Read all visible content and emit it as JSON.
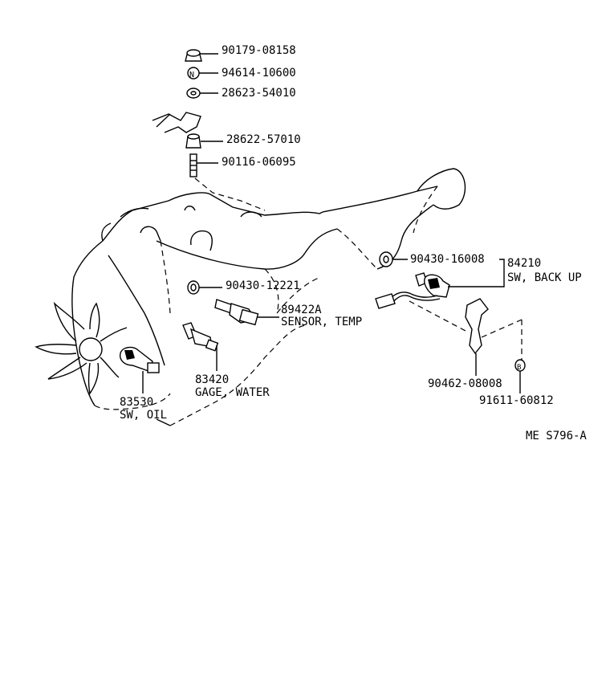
{
  "parts": [
    {
      "id": "p1",
      "number": "90179-08158"
    },
    {
      "id": "p2",
      "number": "94614-10600"
    },
    {
      "id": "p3",
      "number": "28623-54010"
    },
    {
      "id": "p4",
      "number": "28622-57010"
    },
    {
      "id": "p5",
      "number": "90116-06095"
    },
    {
      "id": "p6",
      "number": "90430-16008"
    },
    {
      "id": "p7",
      "number": "84210",
      "name": "SW, BACK UP"
    },
    {
      "id": "p8",
      "number": "90430-12221"
    },
    {
      "id": "p9",
      "number": "89422A",
      "name": "SENSOR, TEMP"
    },
    {
      "id": "p10",
      "number": "83420",
      "name": "GAGE, WATER"
    },
    {
      "id": "p11",
      "number": "83530",
      "name": "SW, OIL"
    },
    {
      "id": "p12",
      "number": "90462-08008"
    },
    {
      "id": "p13",
      "number": "91611-60812"
    }
  ],
  "figure_id": "ME S796-A"
}
